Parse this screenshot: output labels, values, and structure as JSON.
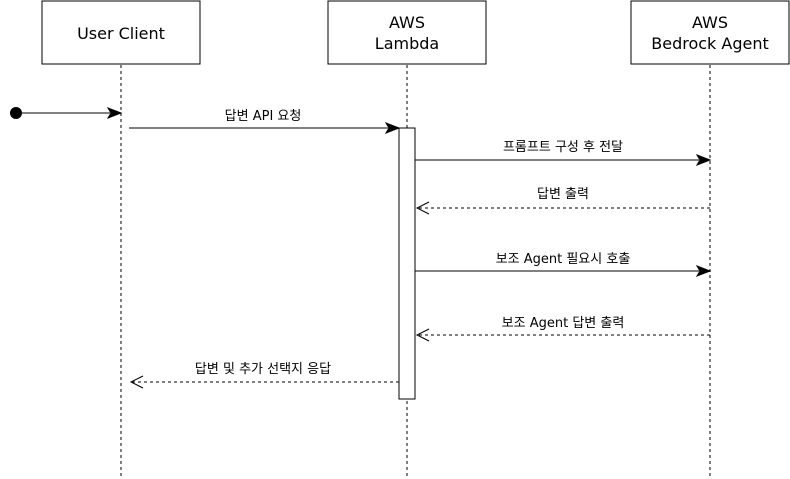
{
  "participants": [
    {
      "id": "user-client",
      "lines": [
        "User Client"
      ]
    },
    {
      "id": "aws-lambda",
      "lines": [
        "AWS",
        "Lambda"
      ]
    },
    {
      "id": "aws-bedrock-agent",
      "lines": [
        "AWS",
        "Bedrock Agent"
      ]
    }
  ],
  "messages": [
    {
      "id": "request",
      "label": "답변 API 요청",
      "from": "user-client",
      "to": "aws-lambda",
      "style": "solid"
    },
    {
      "id": "send-prompt",
      "label": "프롬프트 구성 후 전달",
      "from": "aws-lambda",
      "to": "aws-bedrock-agent",
      "style": "solid"
    },
    {
      "id": "answer-output",
      "label": "답변 출력",
      "from": "aws-bedrock-agent",
      "to": "aws-lambda",
      "style": "dashed"
    },
    {
      "id": "call-sub-agent",
      "label": "보조 Agent 필요시 호출",
      "from": "aws-lambda",
      "to": "aws-bedrock-agent",
      "style": "solid"
    },
    {
      "id": "sub-agent-output",
      "label": "보조 Agent 답변 출력",
      "from": "aws-bedrock-agent",
      "to": "aws-lambda",
      "style": "dashed"
    },
    {
      "id": "response",
      "label": "답변 및 추가 선택지 응답",
      "from": "aws-lambda",
      "to": "user-client",
      "style": "dashed"
    }
  ]
}
